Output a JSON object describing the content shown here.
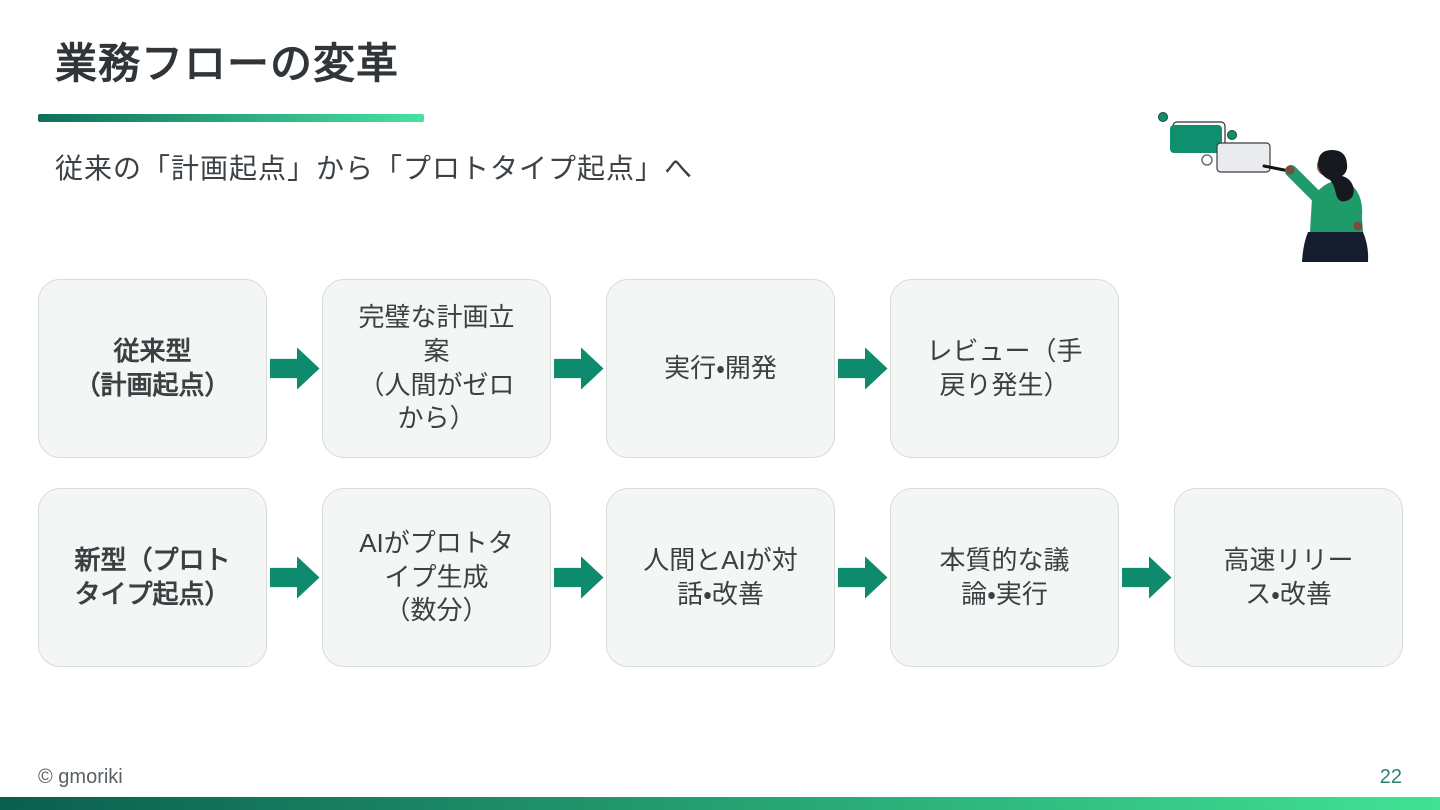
{
  "slide": {
    "title": "業務フローの変革",
    "subtitle": "従来の「計画起点」から「プロトタイプ起点」へ",
    "copyright": "© gmoriki",
    "page_number": "22"
  },
  "colors": {
    "accent_green": "#0e8a6c",
    "underline_gradient_start": "#0f6f5b",
    "underline_gradient_end": "#48e1a1",
    "bottom_bar_gradient_start": "#0a5e4e",
    "bottom_bar_gradient_end": "#41e295",
    "box_background": "#f4f6f5",
    "box_border": "#d5ddd7",
    "text_dark": "#3b4043"
  },
  "flow_rows": [
    {
      "steps": [
        "従来型\n（計画起点）",
        "完璧な計画立\n案\n（人間がゼロ\nから）",
        "実行・開発",
        "レビュー（手\n戻り発生）"
      ]
    },
    {
      "steps": [
        "新型（プロト\nタイプ起点）",
        "AIがプロトタ\nイプ生成\n（数分）",
        "人間とAIが対\n話・改善",
        "本質的な議\n論・実行",
        "高速リリー\nス・改善"
      ]
    }
  ],
  "illustration": {
    "description": "presenter-pointing-at-boards"
  }
}
